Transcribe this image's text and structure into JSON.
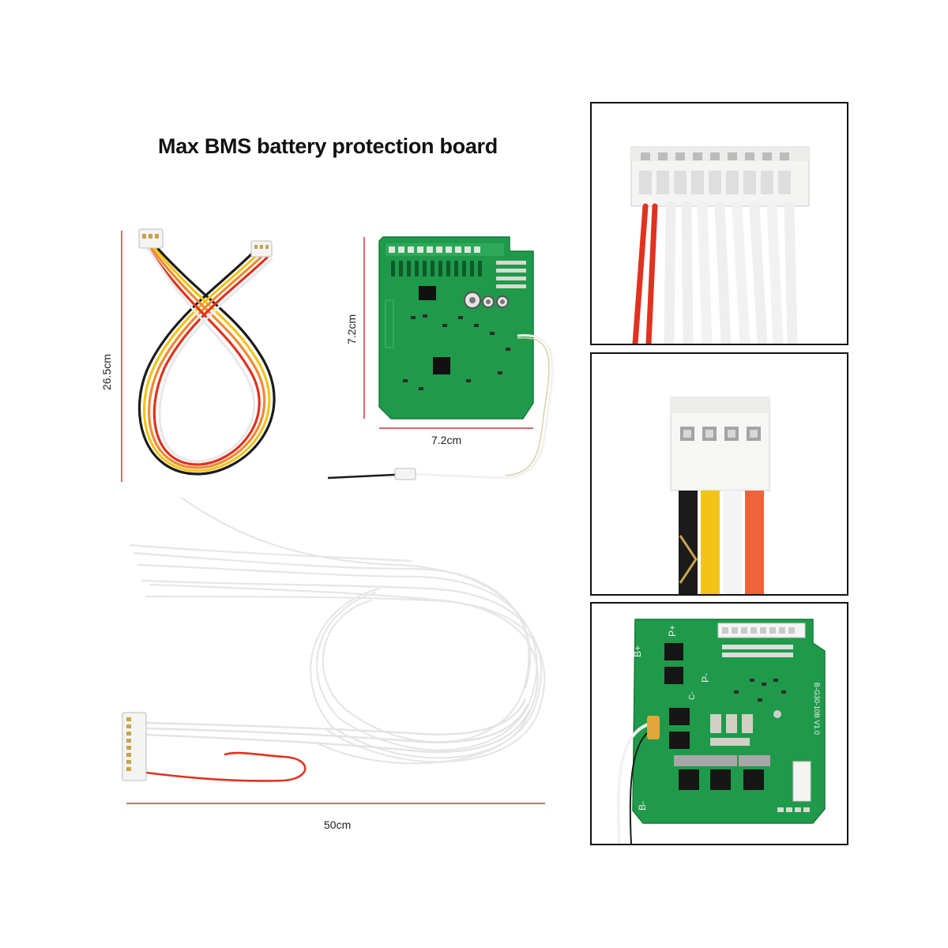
{
  "title": "Max BMS battery protection board",
  "dimensions": {
    "balance_cable_length": "26.5cm",
    "board_height": "7.2cm",
    "board_width": "7.2cm",
    "harness_length": "50cm"
  },
  "colors": {
    "dimension_line": "#d8323c",
    "pcb_green": "#1f9a4a",
    "panel_border": "#111111",
    "wire_red": "#e0321f",
    "wire_orange": "#f08a32",
    "wire_yellow": "#f2c418",
    "wire_white": "#f2f2f2",
    "wire_black": "#1b1b1b"
  },
  "inset_panels": [
    {
      "name": "multi-pin-balance-connector"
    },
    {
      "name": "four-pin-connector"
    },
    {
      "name": "bms-board-closeup"
    }
  ],
  "board_silkscreen": {
    "b_plus": "B+",
    "p_plus": "P+",
    "p_minus": "P-",
    "c_minus": "C-",
    "b_minus": "B-",
    "model": "B-G30-10B V1.0"
  }
}
